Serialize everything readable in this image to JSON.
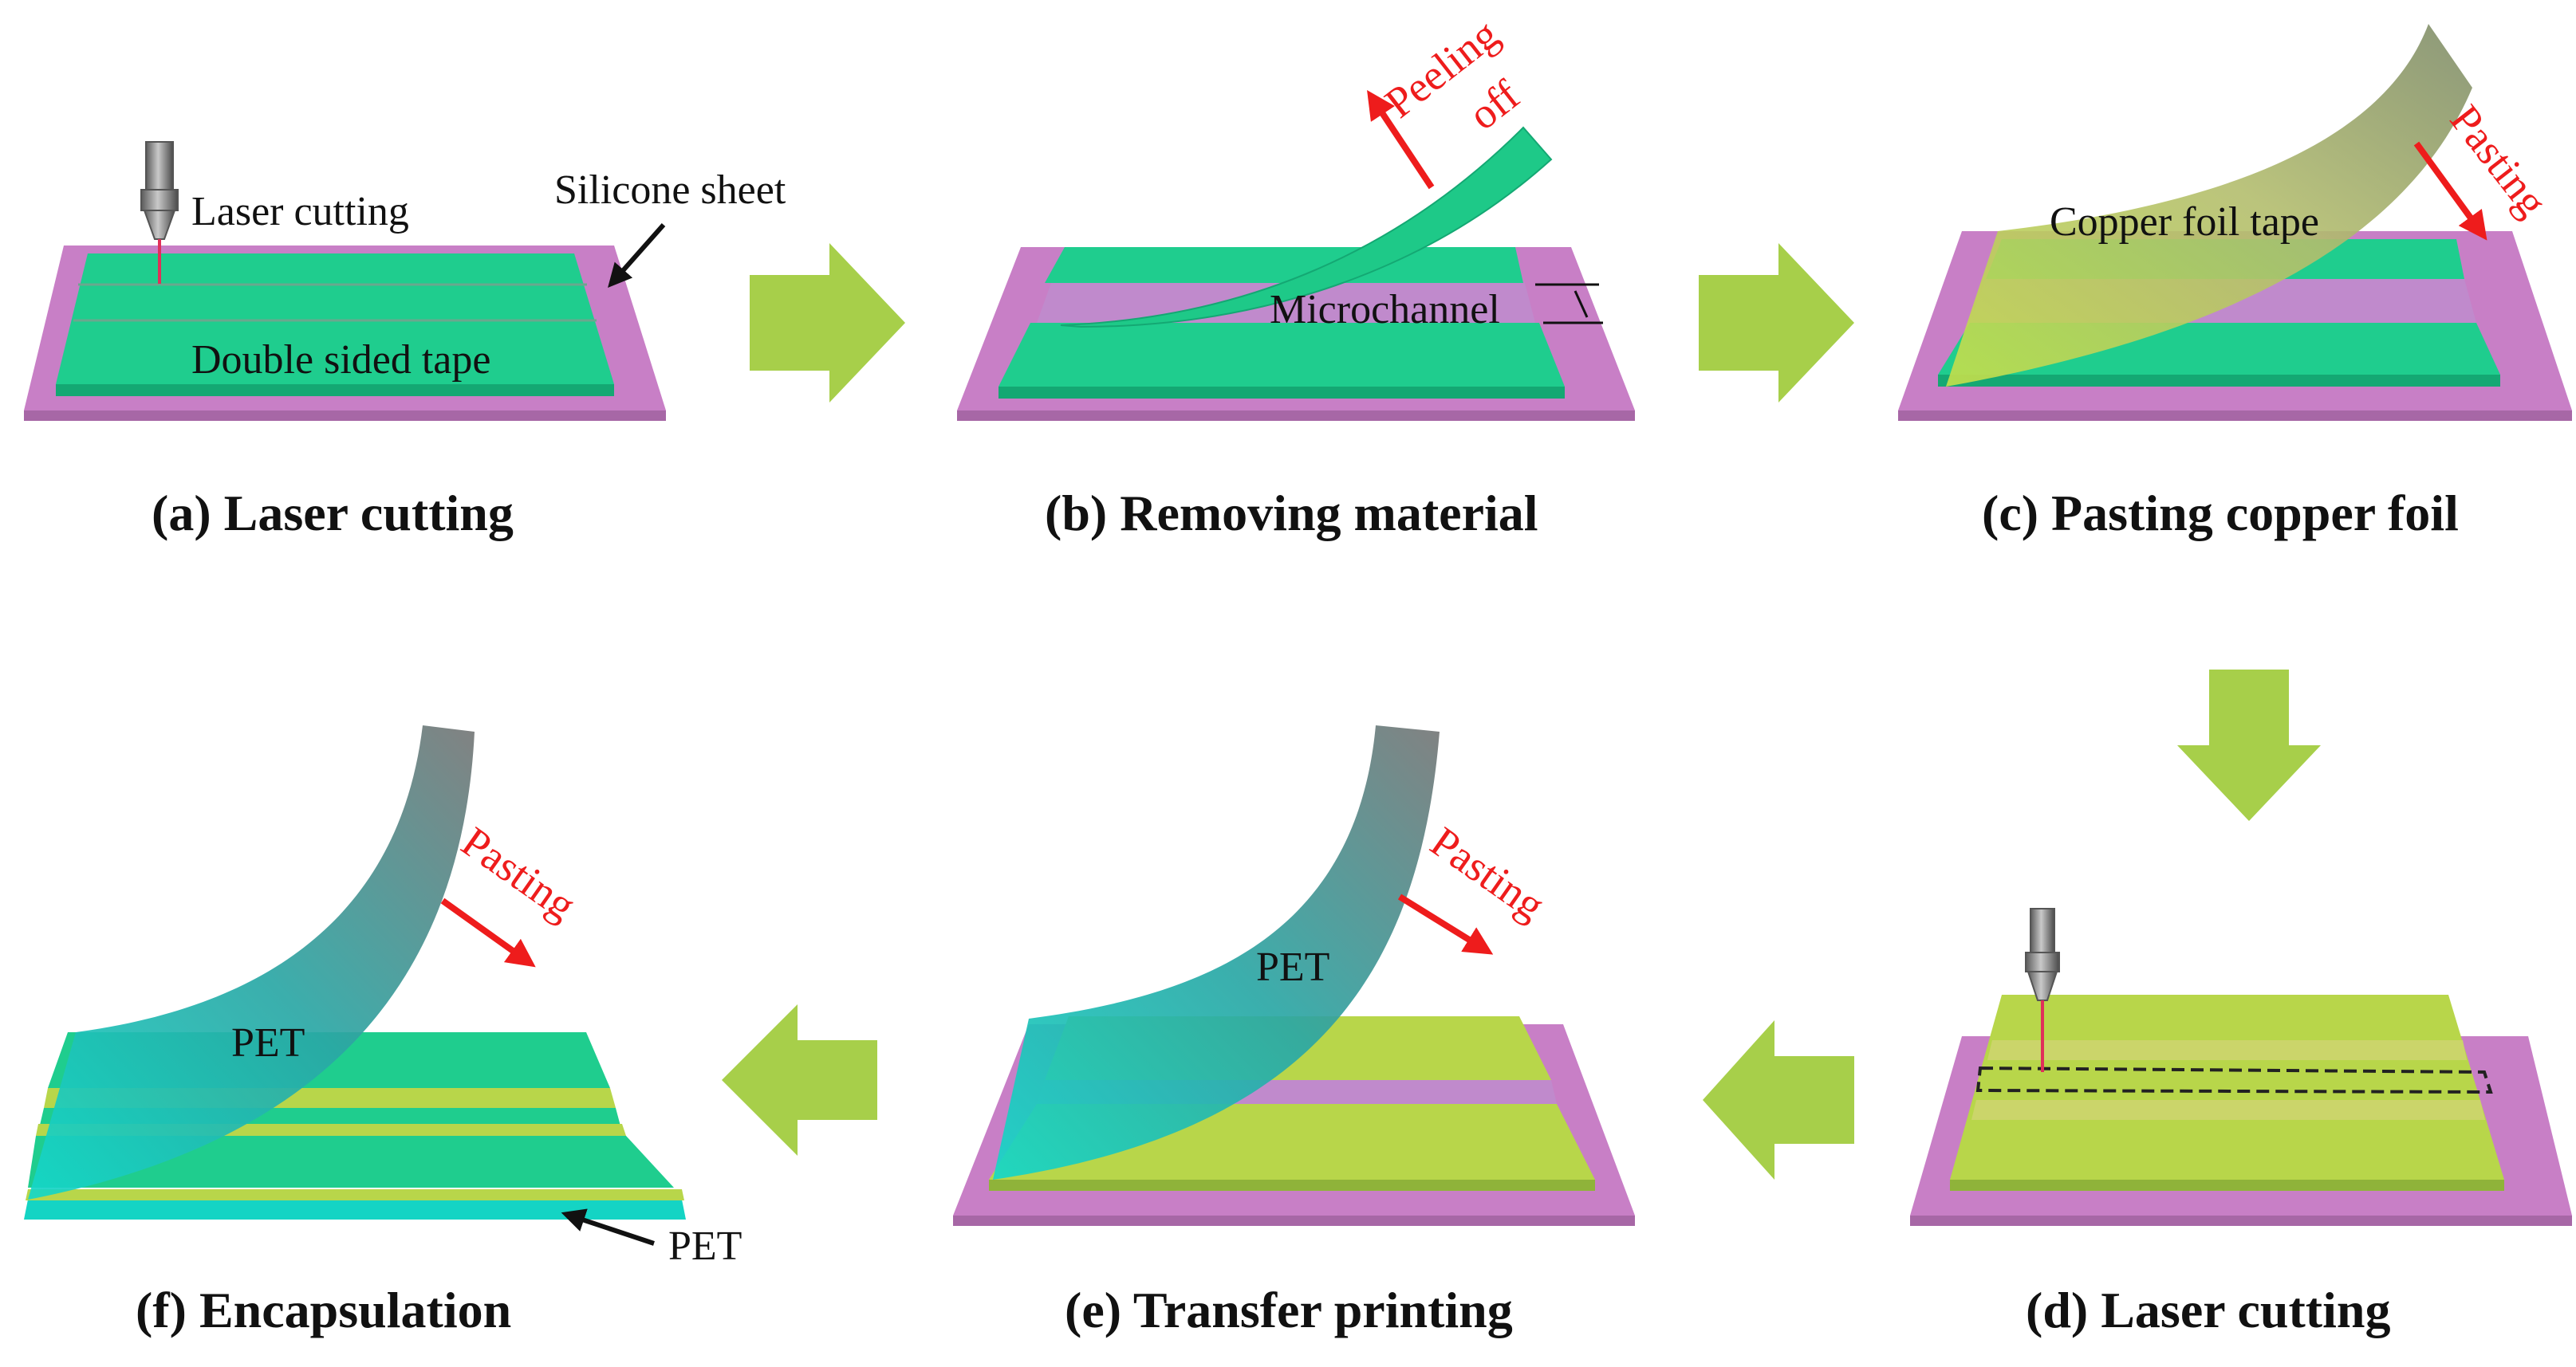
{
  "colors": {
    "silicone": "#c87fc6",
    "tape": "#1fcd8e",
    "copper": "#b8d64a",
    "pet": "#14d4c4",
    "flow_arrow": "#a7cf4a",
    "annotation_red": "#ee1c1c"
  },
  "icons": {
    "laser_head": "laser-nozzle-icon",
    "flow_arrow": "block-arrow-icon",
    "pointer": "arrow-icon"
  },
  "steps": {
    "a": {
      "caption": "(a) Laser cutting",
      "laser_label": "Laser cutting",
      "sheet_label": "Silicone sheet",
      "tape_label": "Double sided tape"
    },
    "b": {
      "caption": "(b) Removing material",
      "peel_label_1": "Peeling",
      "peel_label_2": "off",
      "channel_label": "Microchannel"
    },
    "c": {
      "caption": "(c) Pasting copper foil",
      "foil_label": "Copper foil tape",
      "paste_label": "Pasting"
    },
    "d": {
      "caption": "(d) Laser cutting"
    },
    "e": {
      "caption": "(e) Transfer printing",
      "pet_label": "PET",
      "paste_label": "Pasting"
    },
    "f": {
      "caption": "(f) Encapsulation",
      "pet_label": "PET",
      "pet_bottom_label": "PET",
      "paste_label": "Pasting"
    }
  }
}
